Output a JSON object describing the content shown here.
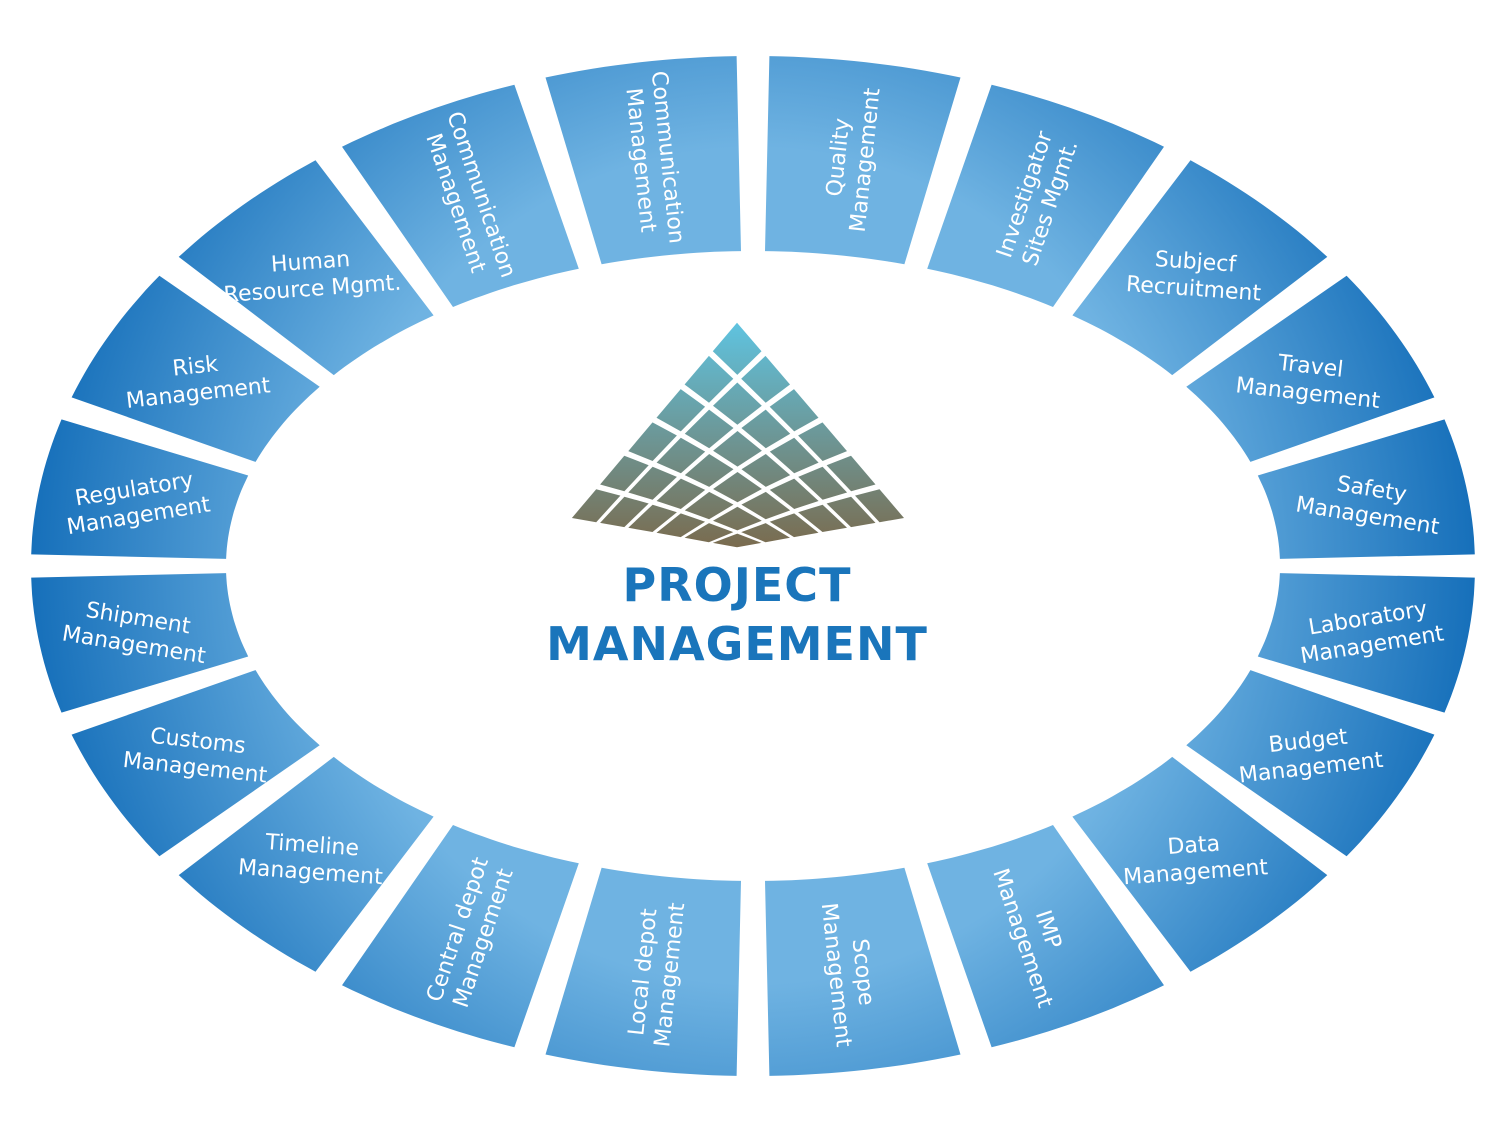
{
  "diagram": {
    "center": {
      "title_line1": "PROJECT",
      "title_line2": "MANAGEMENT"
    },
    "colors": {
      "segment_dark": "#0d6ab8",
      "segment_light": "#5aa7dc",
      "title": "#1a75bb",
      "logo_top": "#5ec5e3",
      "logo_bottom": "#7a6b4e"
    },
    "segments": [
      {
        "lines": [
          "Communication",
          "Management"
        ]
      },
      {
        "lines": [
          "Quality",
          "Management"
        ]
      },
      {
        "lines": [
          "Investigator",
          "Sites Mgmt."
        ]
      },
      {
        "lines": [
          "Subjecf",
          "Recruitment"
        ]
      },
      {
        "lines": [
          "Travel",
          "Management"
        ]
      },
      {
        "lines": [
          "Safety",
          "Management"
        ]
      },
      {
        "lines": [
          "Laboratory",
          "Management"
        ]
      },
      {
        "lines": [
          "Budget",
          "Management"
        ]
      },
      {
        "lines": [
          "Data",
          "Management"
        ]
      },
      {
        "lines": [
          "IMP",
          "Management"
        ]
      },
      {
        "lines": [
          "Scope",
          "Management"
        ]
      },
      {
        "lines": [
          "Local depot",
          "Management"
        ]
      },
      {
        "lines": [
          "Central depot",
          "Management"
        ]
      },
      {
        "lines": [
          "Timeline",
          "Management"
        ]
      },
      {
        "lines": [
          "Customs",
          "Management"
        ]
      },
      {
        "lines": [
          "Shipment",
          "Management"
        ]
      },
      {
        "lines": [
          "Regulatory",
          "Management"
        ]
      },
      {
        "lines": [
          "Risk",
          "Management"
        ]
      },
      {
        "lines": [
          "Human",
          "Resource Mgmt."
        ]
      },
      {
        "lines": [
          "Communication",
          "Management"
        ]
      }
    ]
  }
}
